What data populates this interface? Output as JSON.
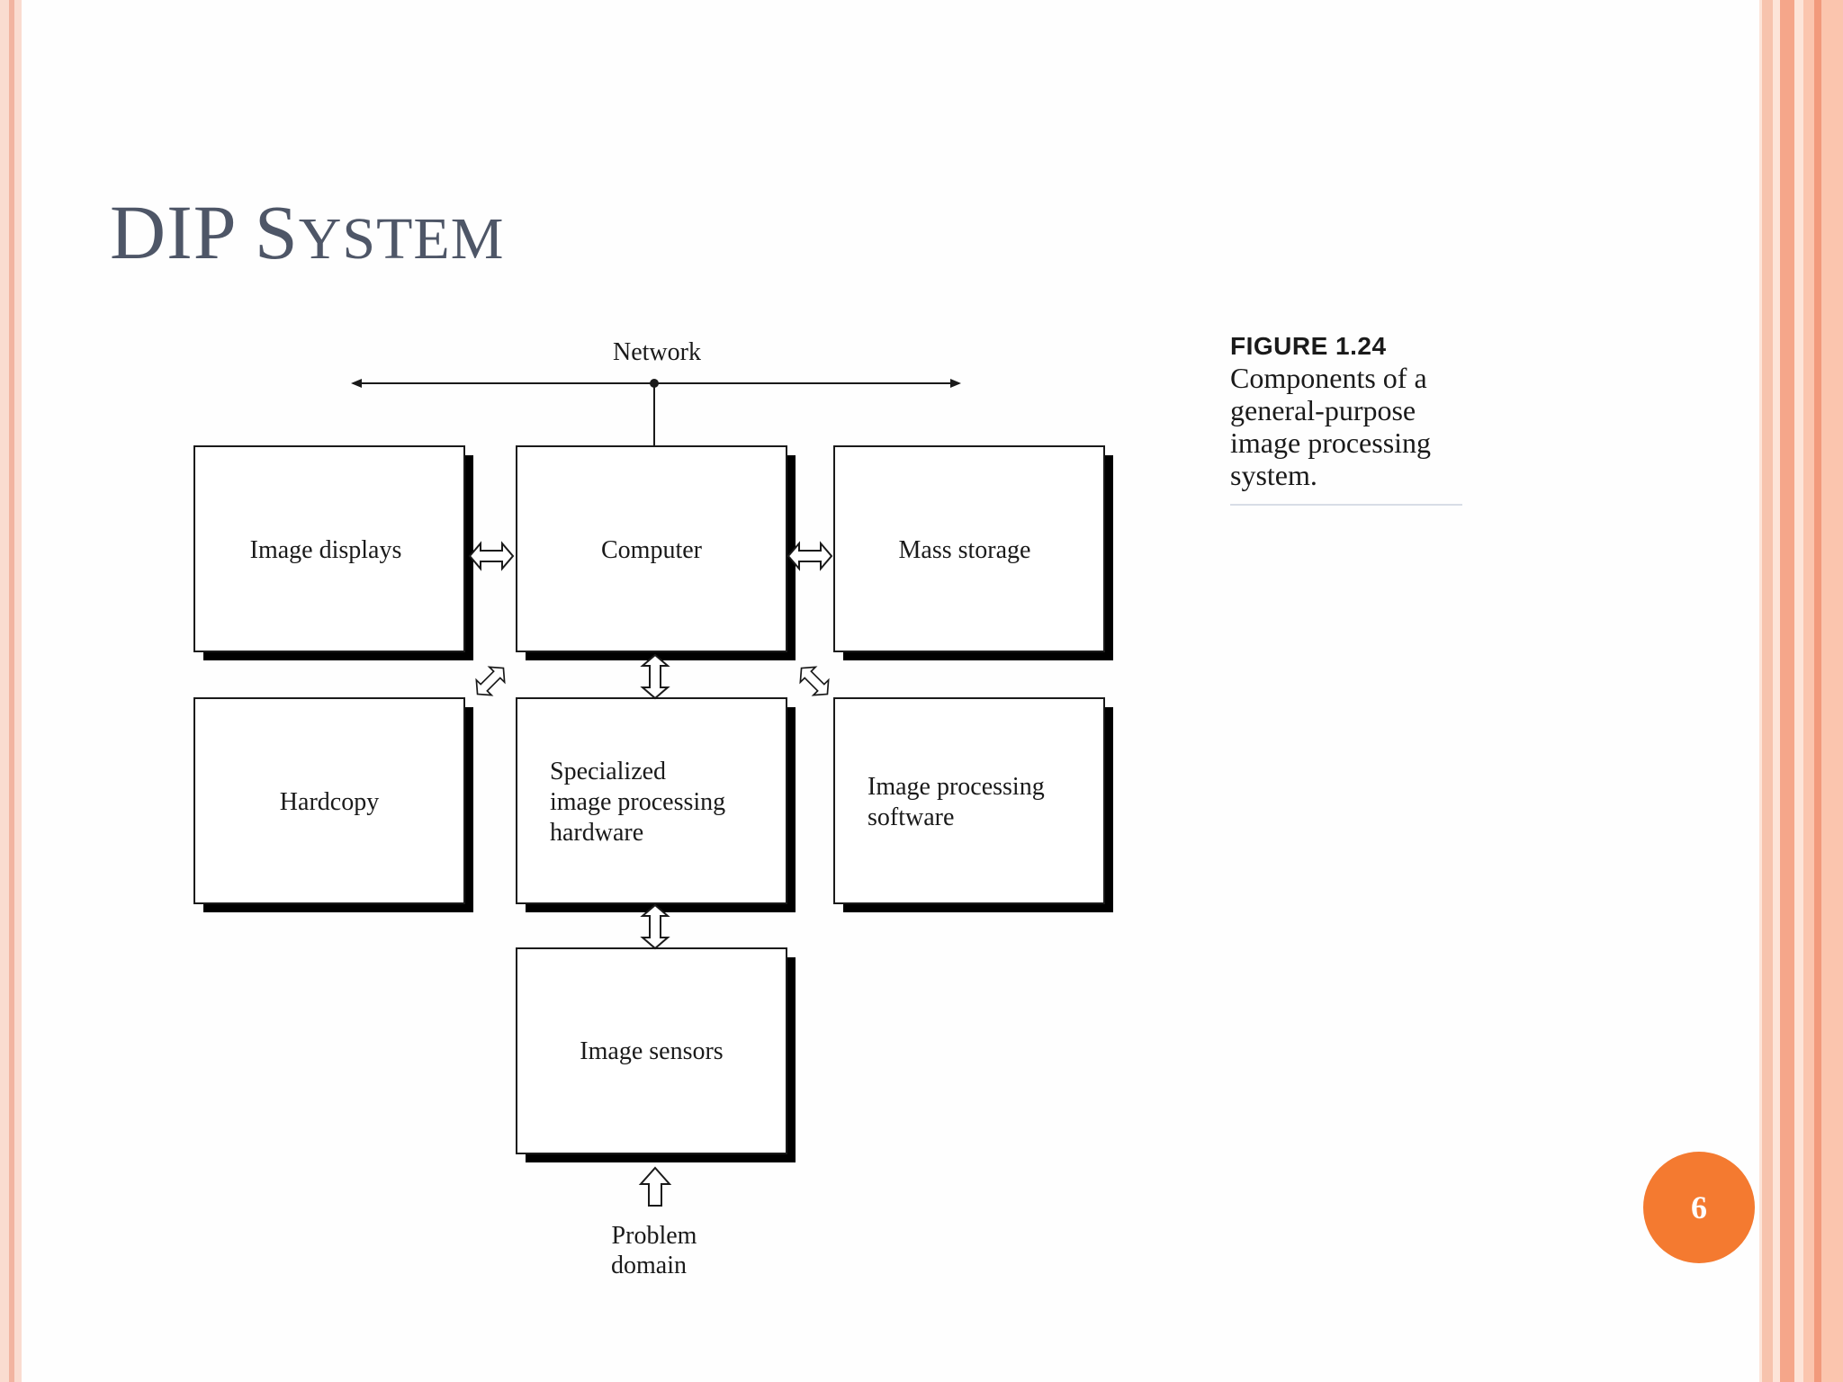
{
  "slide": {
    "title": "DIP S",
    "title_smallcaps": "YSTEM",
    "page_number": "6"
  },
  "diagram": {
    "network_label": "Network",
    "boxes": {
      "image_displays": "Image displays",
      "computer": "Computer",
      "mass_storage": "Mass storage",
      "hardcopy": "Hardcopy",
      "specialized_hw": [
        "Specialized",
        "image processing",
        "hardware"
      ],
      "ip_software": [
        "Image processing",
        "software"
      ],
      "image_sensors": "Image sensors"
    },
    "problem_domain": [
      "Problem",
      "domain"
    ]
  },
  "figure_caption": {
    "label": "FIGURE 1.24",
    "lines": [
      "Components of a",
      "general-purpose",
      "image processing",
      "system."
    ]
  },
  "colors": {
    "title": "#4e5667",
    "badge": "#f47a30",
    "box_shadow": "#000000"
  }
}
